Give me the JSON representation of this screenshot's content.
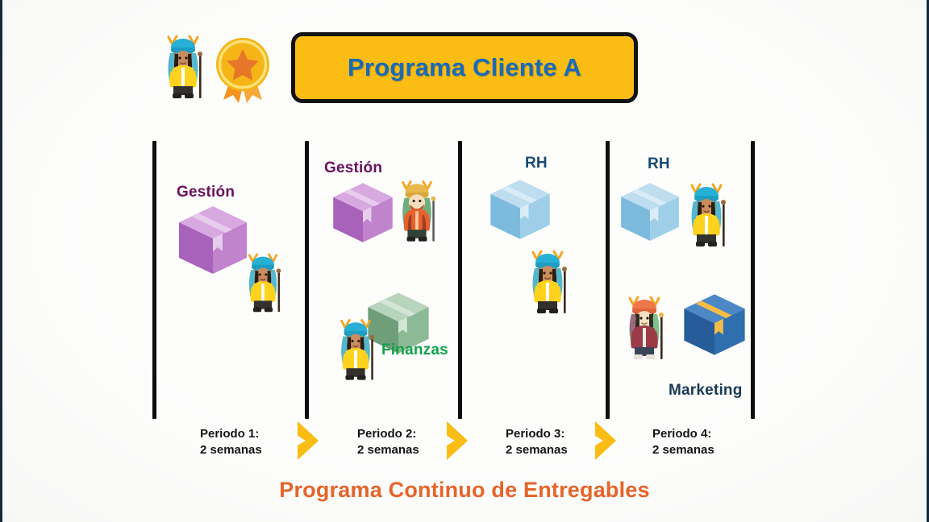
{
  "slide": {
    "background_color": "#fdfdfc",
    "frame_border_color": "#17293d"
  },
  "header": {
    "title": "Programa Cliente A",
    "title_color": "#1a6bb5",
    "plate_fill": "#FBBC13",
    "plate_border": "#121212",
    "icons": [
      {
        "name": "hiker-figure-icon",
        "label": "hiker"
      },
      {
        "name": "award-medal-icon",
        "label": "medal"
      }
    ]
  },
  "timeline": {
    "divider_color": "#0d0d0d",
    "columns": [
      {
        "id": "period-1",
        "labels": [
          {
            "text": "Gestión",
            "color": "#6B1060"
          }
        ],
        "deliverables": [
          {
            "type": "box",
            "color": "#B474C2",
            "department": "Gestión"
          }
        ],
        "people": 1
      },
      {
        "id": "period-2",
        "labels": [
          {
            "text": "Gestión",
            "color": "#6B1060"
          },
          {
            "text": "Finanzas",
            "color": "#12A24A"
          }
        ],
        "deliverables": [
          {
            "type": "box",
            "color": "#B474C2",
            "department": "Gestión"
          },
          {
            "type": "box",
            "color": "#7FAE8C",
            "department": "Finanzas"
          }
        ],
        "people": 2
      },
      {
        "id": "period-3",
        "labels": [
          {
            "text": "RH",
            "color": "#1A4A72"
          }
        ],
        "deliverables": [
          {
            "type": "box",
            "color": "#8CC4E2",
            "department": "RH"
          }
        ],
        "people": 1
      },
      {
        "id": "period-4",
        "labels": [
          {
            "text": "RH",
            "color": "#1A4A72"
          },
          {
            "text": "Marketing",
            "color": "#1A3A55"
          }
        ],
        "deliverables": [
          {
            "type": "box",
            "color": "#8CC4E2",
            "department": "RH"
          },
          {
            "type": "box",
            "color": "#2B63A8",
            "department": "Marketing"
          }
        ],
        "people": 2
      }
    ]
  },
  "footer": {
    "arrow_color": "#FBBC13",
    "periods": [
      {
        "line1": "Periodo 1:",
        "line2": "2 semanas"
      },
      {
        "line1": "Periodo 2:",
        "line2": "2 semanas"
      },
      {
        "line1": "Periodo 3:",
        "line2": "2 semanas"
      },
      {
        "line1": "Periodo 4:",
        "line2": "2 semanas"
      }
    ],
    "caption": "Programa Continuo de Entregables",
    "caption_color": "#E8642A"
  }
}
